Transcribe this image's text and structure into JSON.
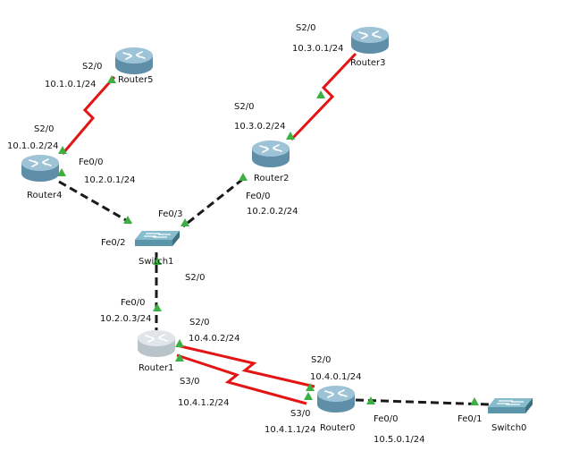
{
  "colors": {
    "ethernet_link": "#1a1a1a",
    "serial_link": "#e31414",
    "port_up": "#3cb043",
    "router_body": "#5f8fa8",
    "router_highlight": "#9ec3d6",
    "router1_body": "#b8c3ca",
    "switch_body": "#5a95aa",
    "switch_top": "#86bccc"
  },
  "devices": [
    {
      "id": "router5",
      "icon": "router-icon",
      "label": "Router5"
    },
    {
      "id": "router3",
      "icon": "router-icon",
      "label": "Router3"
    },
    {
      "id": "router2",
      "icon": "router-icon",
      "label": "Router2"
    },
    {
      "id": "router4",
      "icon": "router-icon",
      "label": "Router4"
    },
    {
      "id": "switch1",
      "icon": "switch-icon",
      "label": "Switch1"
    },
    {
      "id": "router1",
      "icon": "router-icon",
      "label": "Router1"
    },
    {
      "id": "router0",
      "icon": "router-icon",
      "label": "Router0"
    },
    {
      "id": "switch0",
      "icon": "switch-icon",
      "label": "Switch0"
    }
  ],
  "labels": [
    {
      "id": "r5-s2-0",
      "text": "S2/0"
    },
    {
      "id": "r5-ip",
      "text": "10.1.0.1/24"
    },
    {
      "id": "r4-s2-0",
      "text": "S2/0"
    },
    {
      "id": "r4-ip-s",
      "text": "10.1.0.2/24"
    },
    {
      "id": "r4-fe0-0",
      "text": "Fe0/0"
    },
    {
      "id": "r4-ip-fe",
      "text": "10.2.0.1/24"
    },
    {
      "id": "r3-s2-0",
      "text": "S2/0"
    },
    {
      "id": "r3-ip",
      "text": "10.3.0.1/24"
    },
    {
      "id": "r2-s2-0",
      "text": "S2/0"
    },
    {
      "id": "r2-ip-s",
      "text": "10.3.0.2/24"
    },
    {
      "id": "r2-fe0-0",
      "text": "Fe0/0"
    },
    {
      "id": "r2-ip-fe",
      "text": "10.2.0.2/24"
    },
    {
      "id": "sw1-fe0-3",
      "text": "Fe0/3"
    },
    {
      "id": "sw1-fe0-2",
      "text": "Fe0/2"
    },
    {
      "id": "sw1-s2-0",
      "text": "S2/0"
    },
    {
      "id": "r1-fe0-0",
      "text": "Fe0/0"
    },
    {
      "id": "r1-ip-fe",
      "text": "10.2.0.3/24"
    },
    {
      "id": "r1-s2-0",
      "text": "S2/0"
    },
    {
      "id": "r1-ip-s2",
      "text": "10.4.0.2/24"
    },
    {
      "id": "r1-s3-0",
      "text": "S3/0"
    },
    {
      "id": "r1-ip-s3",
      "text": "10.4.1.2/24"
    },
    {
      "id": "r0-s2-0",
      "text": "S2/0"
    },
    {
      "id": "r0-ip-s2",
      "text": "10.4.0.1/24"
    },
    {
      "id": "r0-s3-0",
      "text": "S3/0"
    },
    {
      "id": "r0-ip-s3",
      "text": "10.4.1.1/24"
    },
    {
      "id": "r0-fe0-0",
      "text": "Fe0/0"
    },
    {
      "id": "r0-ip-fe",
      "text": "10.5.0.1/24"
    },
    {
      "id": "sw0-fe0-1",
      "text": "Fe0/1"
    }
  ]
}
